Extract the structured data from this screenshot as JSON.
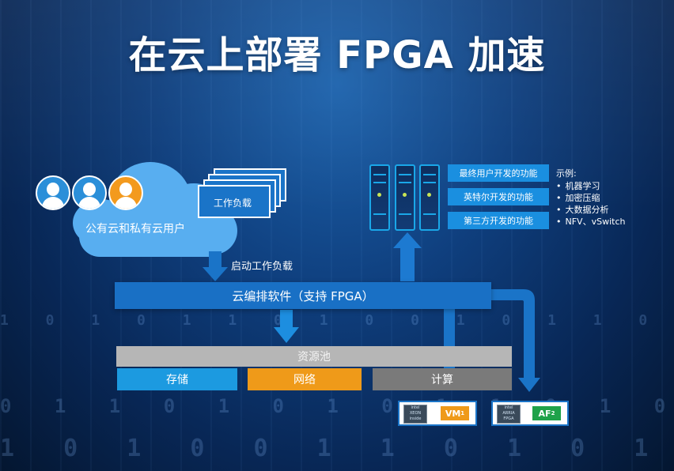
{
  "title": "在云上部署 FPGA 加速",
  "cloud": {
    "label": "公有云和私有云用户",
    "workload_label": "工作负载"
  },
  "flow": {
    "start_workload_label": "启动工作负载",
    "orchestrator_label": "云编排软件（支持 FPGA）"
  },
  "resource_pool": {
    "title": "资源池",
    "storage": "存储",
    "network": "网络",
    "compute": "计算"
  },
  "features": [
    "最终用户开发的功能",
    "英特尔开发的功能",
    "第三方开发的功能"
  ],
  "examples": {
    "header": "示例:",
    "items": [
      "机器学习",
      "加密压缩",
      "大数据分析",
      "NFV、vSwitch"
    ]
  },
  "compute_nodes": {
    "vm_label": "VM",
    "vm_sup": "1",
    "af_label": "AF",
    "af_sup": "2"
  },
  "colors": {
    "accent_blue": "#1970c5",
    "light_blue": "#1c9ae0",
    "orange": "#ef9a19",
    "gray": "#7a7a7a",
    "green": "#1fa24a"
  }
}
